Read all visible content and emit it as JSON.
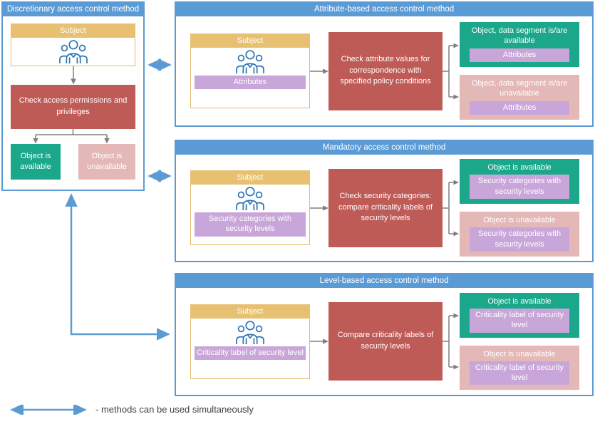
{
  "colors": {
    "accent_blue": "#5B9BD5",
    "subject_tan": "#E7C171",
    "process_red": "#BF5B57",
    "available_green": "#1AA78A",
    "unavailable_pink": "#E3B8B6",
    "tag_purple": "#C9A6D9",
    "connector_gray": "#7F7F7F",
    "icon_blue": "#2E75B6",
    "legend_text_gray": "#3f3f3f"
  },
  "icons": {
    "subject_icon": "people-group-icon",
    "legend_icon": "double-headed-arrow-icon"
  },
  "discretionary": {
    "title": "Discretionary access control method",
    "subject_label": "Subject",
    "process_label": "Check access permissions and privileges",
    "available_label": "Object is available",
    "unavailable_label": "Object is unavailable"
  },
  "panels": [
    {
      "title": "Attribute-based access control method",
      "subject_label": "Subject",
      "subject_tag": "Attributes",
      "process_label": "Check attribute values for correspondence with specified policy conditions",
      "available_title": "Object, data segment is/are available",
      "available_tag": "Attributes",
      "unavailable_title": "Object, data segment is/are unavailable",
      "unavailable_tag": "Attributes"
    },
    {
      "title": "Mandatory access control method",
      "subject_label": "Subject",
      "subject_tag": "Security categories with security levels",
      "process_label": "Check security categories: compare criticality labels of security levels",
      "available_title": "Object is available",
      "available_tag": "Security categories with security levels",
      "unavailable_title": "Object is unavailable",
      "unavailable_tag": "Security categories with security levels"
    },
    {
      "title": "Level-based access control method",
      "subject_label": "Subject",
      "subject_tag": "Criticality label of security level",
      "process_label": "Compare criticality labels of security levels",
      "available_title": "Object is available",
      "available_tag": "Criticality label of security level",
      "unavailable_title": "Object is unavailable",
      "unavailable_tag": "Criticality label of security level"
    }
  ],
  "legend": {
    "text": "- methods can be used simultaneously"
  }
}
